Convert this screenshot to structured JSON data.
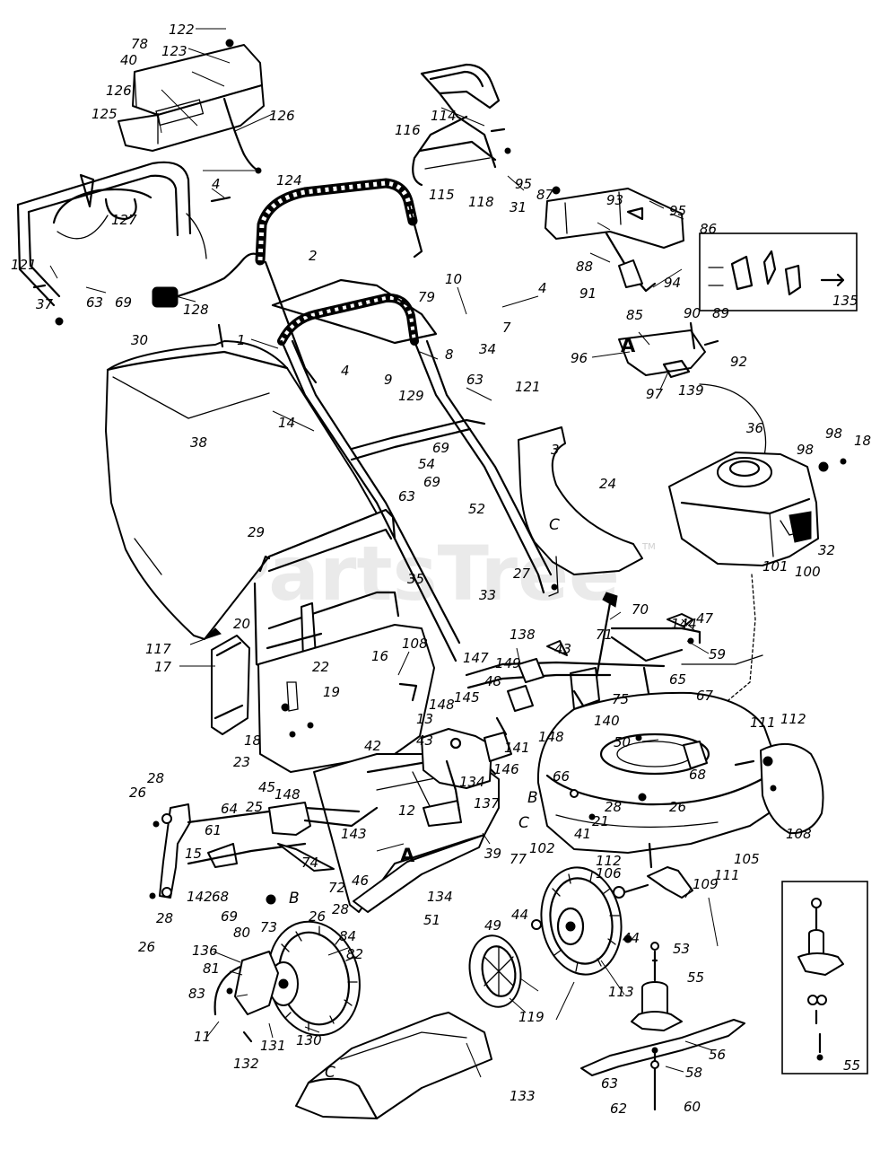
{
  "diagram": {
    "watermark": "PartsTree",
    "watermark_tm": "TM",
    "callout_letters": {
      "a1": "A",
      "a2": "A",
      "b1": "B",
      "b2": "B",
      "c1": "C",
      "c2": "C",
      "c3": "C"
    },
    "inset_blade_adapter_label": "55",
    "inset_choke_label": "135",
    "part_numbers": {
      "p122": "122",
      "p78": "78",
      "p123": "123",
      "p40": "40",
      "p126a": "126",
      "p125": "125",
      "p126b": "126",
      "p124": "124",
      "p114": "114",
      "p116": "116",
      "p115": "115",
      "p118": "118",
      "p95a": "95",
      "p31": "31",
      "p87": "87",
      "p93": "93",
      "p95b": "95",
      "p86": "86",
      "p88": "88",
      "p91": "91",
      "p94": "94",
      "p85": "85",
      "p90": "90",
      "p89": "89",
      "p96": "96",
      "p92": "92",
      "p97": "97",
      "p139": "139",
      "p4a": "4",
      "p127": "127",
      "p121a": "121",
      "p37": "37",
      "p63a": "63",
      "p69a": "69",
      "p128": "128",
      "p2": "2",
      "p10": "10",
      "p4b": "4",
      "p79": "79",
      "p7": "7",
      "p8": "8",
      "p34": "34",
      "p1": "1",
      "p30": "30",
      "p4c": "4",
      "p9": "9",
      "p129": "129",
      "p63b": "63",
      "p121b": "121",
      "p14": "14",
      "p38": "38",
      "p69b": "69",
      "p54": "54",
      "p69c": "69",
      "p63c": "63",
      "p3": "3",
      "p36": "36",
      "p98a": "98",
      "p98b": "98",
      "p18a": "18",
      "p24": "24",
      "p52": "52",
      "p32": "32",
      "p101": "101",
      "p100": "100",
      "p29": "29",
      "p27": "27",
      "p33": "33",
      "p35": "35",
      "p70": "70",
      "p20": "20",
      "p71": "71",
      "p144": "144",
      "p47": "47",
      "p117": "117",
      "p108a": "108",
      "p16": "16",
      "p22": "22",
      "p138": "138",
      "p43a": "43",
      "p59": "59",
      "p147": "147",
      "p149": "149",
      "p17": "17",
      "p19": "19",
      "p48": "48",
      "p65": "65",
      "p75": "75",
      "p67": "67",
      "p148a": "148",
      "p145": "145",
      "p13": "13",
      "p43b": "43",
      "p18b": "18",
      "p140": "140",
      "p111a": "111",
      "p112a": "112",
      "p23": "23",
      "p42": "42",
      "p141": "141",
      "p148b": "148",
      "p50": "50",
      "p146": "146",
      "p134a": "134",
      "p68a": "68",
      "p66": "66",
      "p28a": "28",
      "p26a": "26",
      "p45": "45",
      "p148c": "148",
      "p137": "137",
      "p26b": "26",
      "p28b": "28",
      "p64": "64",
      "p25": "25",
      "p12": "12",
      "p41": "41",
      "p21": "21",
      "p108b": "108",
      "p15": "15",
      "p61": "61",
      "p143": "143",
      "p39": "39",
      "p77": "77",
      "p102": "102",
      "p105": "105",
      "p74": "74",
      "p72": "72",
      "p46": "46",
      "p112b": "112",
      "p111b": "111",
      "p142": "142",
      "p68b": "68",
      "p28c": "28",
      "p134b": "134",
      "p106": "106",
      "p109": "109",
      "p28d": "28",
      "p69d": "69",
      "p73": "73",
      "p26c": "26",
      "p51": "51",
      "p26d": "26",
      "p80": "80",
      "p84": "84",
      "p49": "49",
      "p44a": "44",
      "p44b": "44",
      "p53": "53",
      "p136": "136",
      "p82": "82",
      "p81": "81",
      "p55": "55",
      "p83": "83",
      "p119": "119",
      "p113": "113",
      "p11": "11",
      "p131": "131",
      "p130": "130",
      "p56": "56",
      "p132": "132",
      "p58": "58",
      "p133": "133",
      "p63d": "63",
      "p62": "62",
      "p60": "60"
    }
  }
}
